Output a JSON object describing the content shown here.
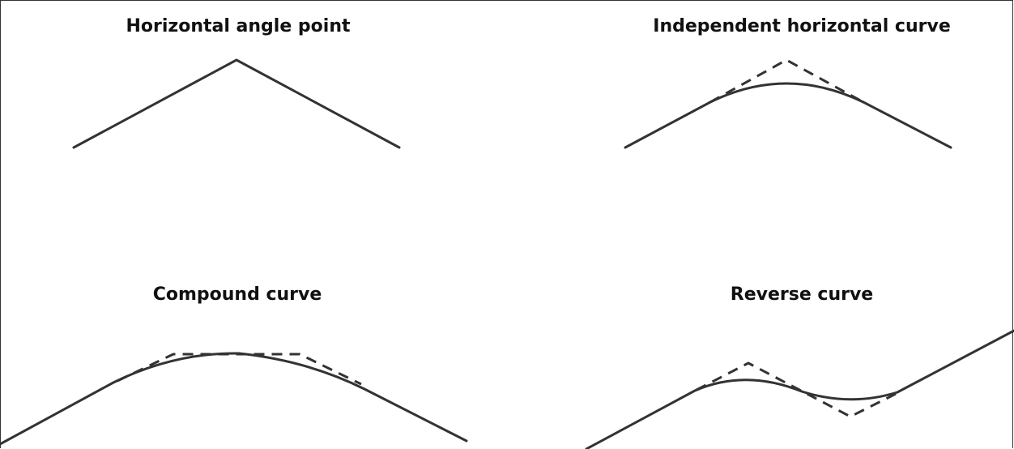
{
  "panels": [
    {
      "title": "Horizontal angle point"
    },
    {
      "title": "Independent horizontal curve"
    },
    {
      "title": "Compound curve"
    },
    {
      "title": "Reverse curve"
    }
  ],
  "colors": {
    "line": "#333333",
    "background": "#ffffff"
  }
}
